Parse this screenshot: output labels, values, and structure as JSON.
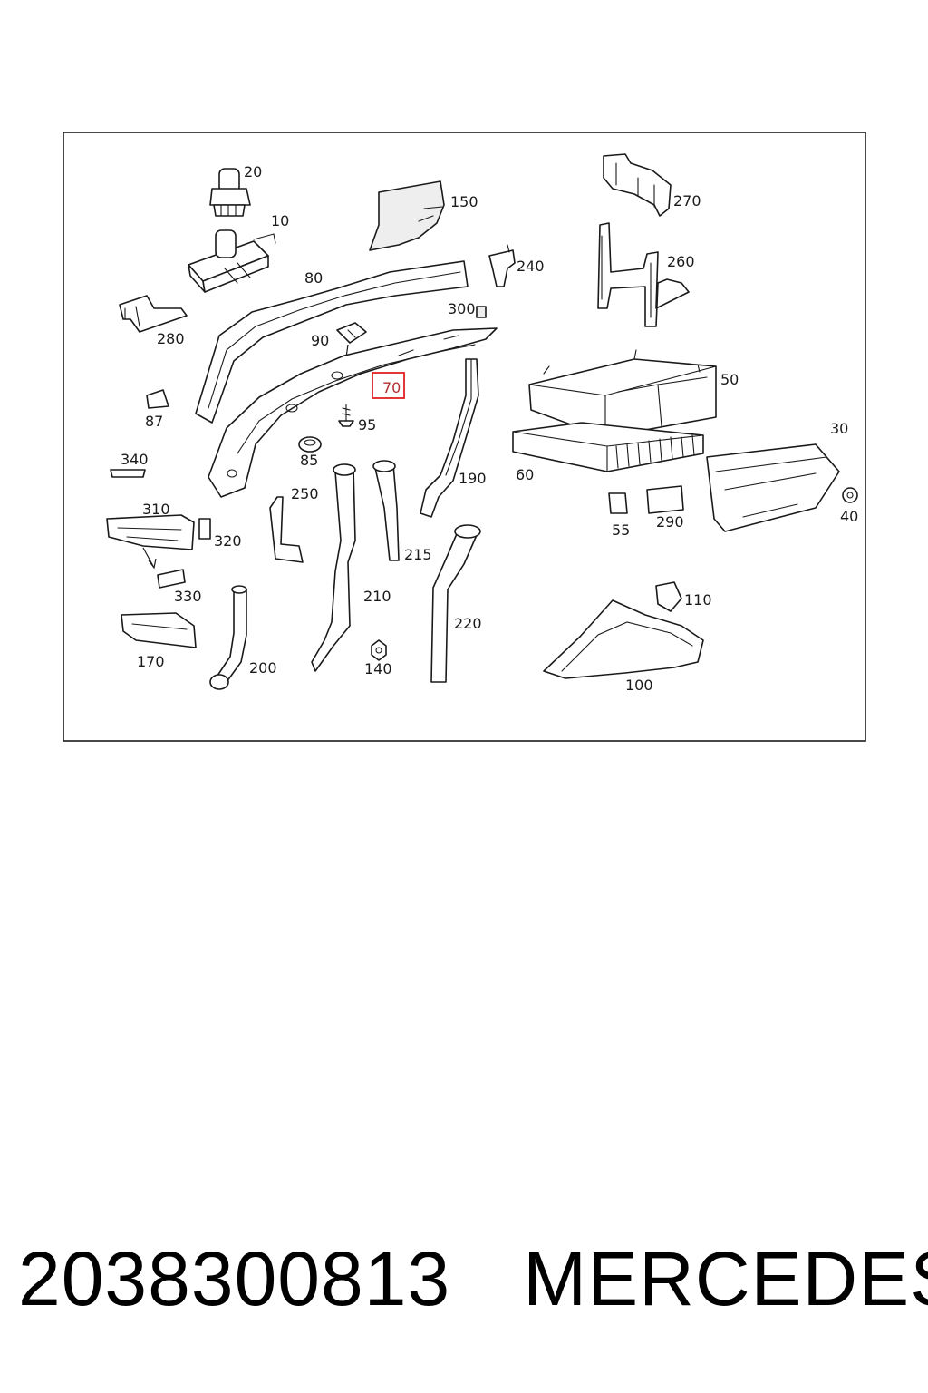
{
  "diagram": {
    "highlight_color": "#e02020",
    "highlighted_callout": "70",
    "callouts": {
      "c20": "20",
      "c10": "10",
      "c150": "150",
      "c270": "270",
      "c260": "260",
      "c240": "240",
      "c80": "80",
      "c300": "300",
      "c280": "280",
      "c90": "90",
      "c70": "70",
      "c50": "50",
      "c87": "87",
      "c95": "95",
      "c30": "30",
      "c85": "85",
      "c190": "190",
      "c60": "60",
      "c340": "340",
      "c250": "250",
      "c310": "310",
      "c55": "55",
      "c290": "290",
      "c40": "40",
      "c320": "320",
      "c215": "215",
      "c330": "330",
      "c210": "210",
      "c110": "110",
      "c220": "220",
      "c170": "170",
      "c200": "200",
      "c140": "140",
      "c100": "100"
    }
  },
  "caption": {
    "part_number": "2038300813",
    "brand": "MERCEDES"
  }
}
